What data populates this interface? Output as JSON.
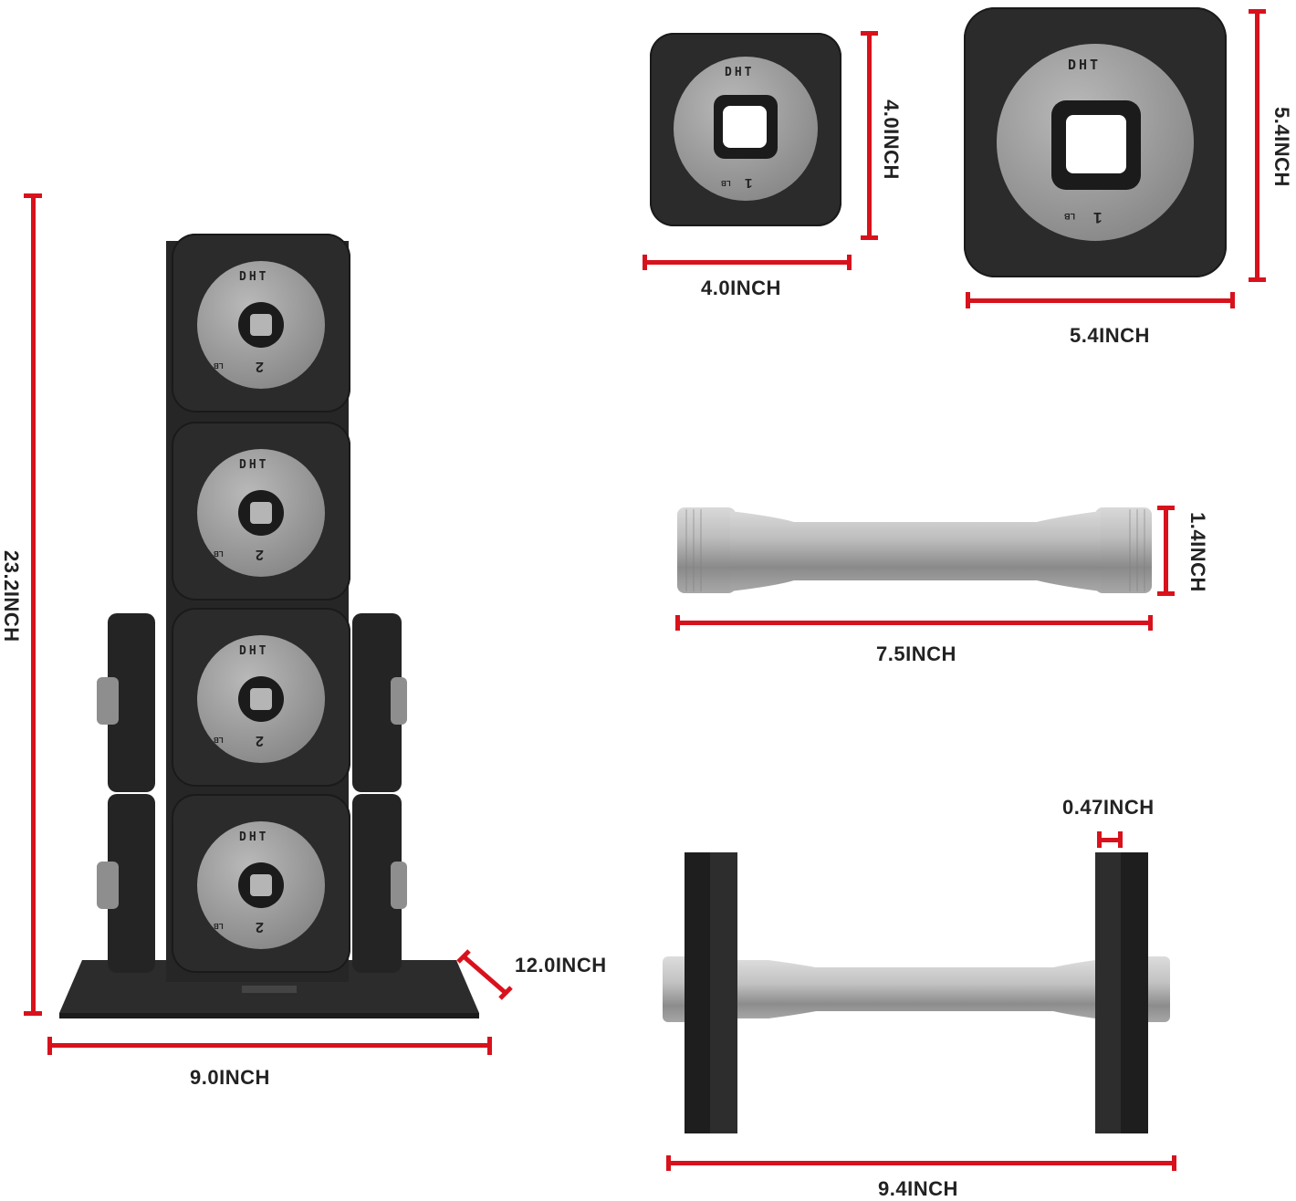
{
  "brand": "DHT",
  "plates": {
    "small": {
      "width_label": "4.0INCH",
      "height_label": "4.0INCH",
      "weight": "1",
      "unit": "LB"
    },
    "large": {
      "width_label": "5.4INCH",
      "height_label": "5.4INCH",
      "weight": "1",
      "unit": "LB"
    }
  },
  "handle": {
    "length_label": "7.5INCH",
    "diameter_label": "1.4INCH"
  },
  "dumbbell": {
    "length_label": "9.4INCH",
    "plate_thickness_label": "0.47INCH"
  },
  "rack": {
    "height_label": "23.2INCH",
    "width_label": "9.0INCH",
    "depth_label": "12.0INCH",
    "weights": [
      "2",
      "2",
      "2",
      "2"
    ],
    "unit": "LB"
  },
  "colors": {
    "dimension_line": "#d8121c",
    "plate": "#2b2b2b",
    "ring": "#9a9a9a"
  }
}
